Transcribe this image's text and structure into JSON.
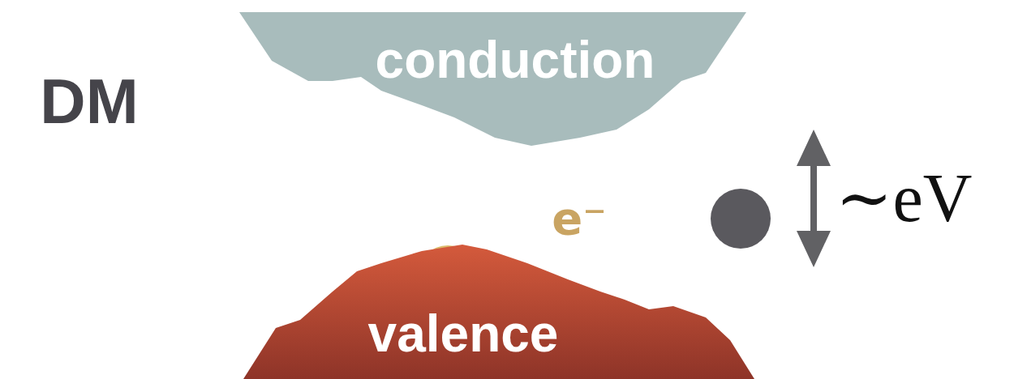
{
  "diagram": {
    "nodes": [
      {
        "text": [
          "conduction"
        ]
      },
      {
        "text": [
          "valence"
        ]
      }
    ],
    "labels": [
      "DM",
      "e⁻",
      "∼eV"
    ]
  }
}
